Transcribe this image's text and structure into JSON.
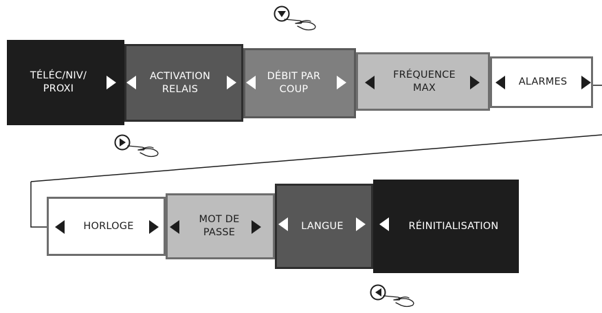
{
  "menu": {
    "row1": [
      {
        "id": "telec",
        "label": "TÉLÉC/NIV/\nPROXI",
        "bg": "#1d1d1d",
        "fg": "#ffffff",
        "border": "#1d1d1d"
      },
      {
        "id": "activation",
        "label": "ACTIVATION\nRELAIS",
        "bg": "#575757",
        "fg": "#ffffff",
        "border": "#2e2e2e"
      },
      {
        "id": "debit",
        "label": "DÉBIT PAR\nCOUP",
        "bg": "#7f7f7f",
        "fg": "#ffffff",
        "border": "#5a5a5a"
      },
      {
        "id": "frequence",
        "label": "FRÉQUENCE\nMAX",
        "bg": "#bdbdbd",
        "fg": "#1d1d1d",
        "border": "#6e6e6e"
      },
      {
        "id": "alarmes",
        "label": "ALARMES",
        "bg": "#ffffff",
        "fg": "#1d1d1d",
        "border": "#6e6e6e"
      }
    ],
    "row2": [
      {
        "id": "horloge",
        "label": "HORLOGE",
        "bg": "#ffffff",
        "fg": "#1d1d1d",
        "border": "#6e6e6e"
      },
      {
        "id": "mot-de-passe",
        "label": "MOT DE\nPASSE",
        "bg": "#bdbdbd",
        "fg": "#1d1d1d",
        "border": "#6e6e6e"
      },
      {
        "id": "langue",
        "label": "LANGUE",
        "bg": "#575757",
        "fg": "#ffffff",
        "border": "#2e2e2e"
      },
      {
        "id": "reinitialisation",
        "label": "RÉINITIALISATION",
        "bg": "#1d1d1d",
        "fg": "#ffffff",
        "border": "#1d1d1d"
      }
    ]
  },
  "controls": [
    {
      "id": "down",
      "icon": "down-arrow-button-icon"
    },
    {
      "id": "right",
      "icon": "right-arrow-button-icon"
    },
    {
      "id": "left",
      "icon": "left-arrow-button-icon"
    }
  ],
  "colors": {
    "line": "#1d1d1d",
    "arrow": "#1d1d1d"
  }
}
